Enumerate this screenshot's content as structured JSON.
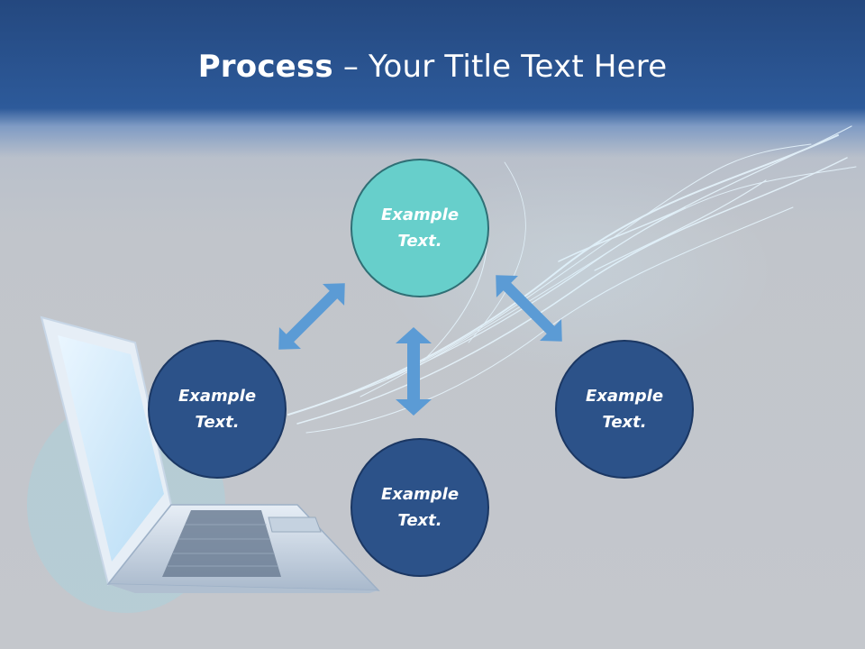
{
  "slide": {
    "title_bold": "Process",
    "title_rest": " – Your Title Text Here"
  },
  "nodes": {
    "top": "Example Text.",
    "left": "Example Text.",
    "right": "Example Text.",
    "bottom": "Example Text."
  },
  "colors": {
    "header_blue": "#2d5a9a",
    "node_dark": "#2c5289",
    "node_teal": "#67cfcb",
    "arrow_blue": "#5b9bd5"
  }
}
